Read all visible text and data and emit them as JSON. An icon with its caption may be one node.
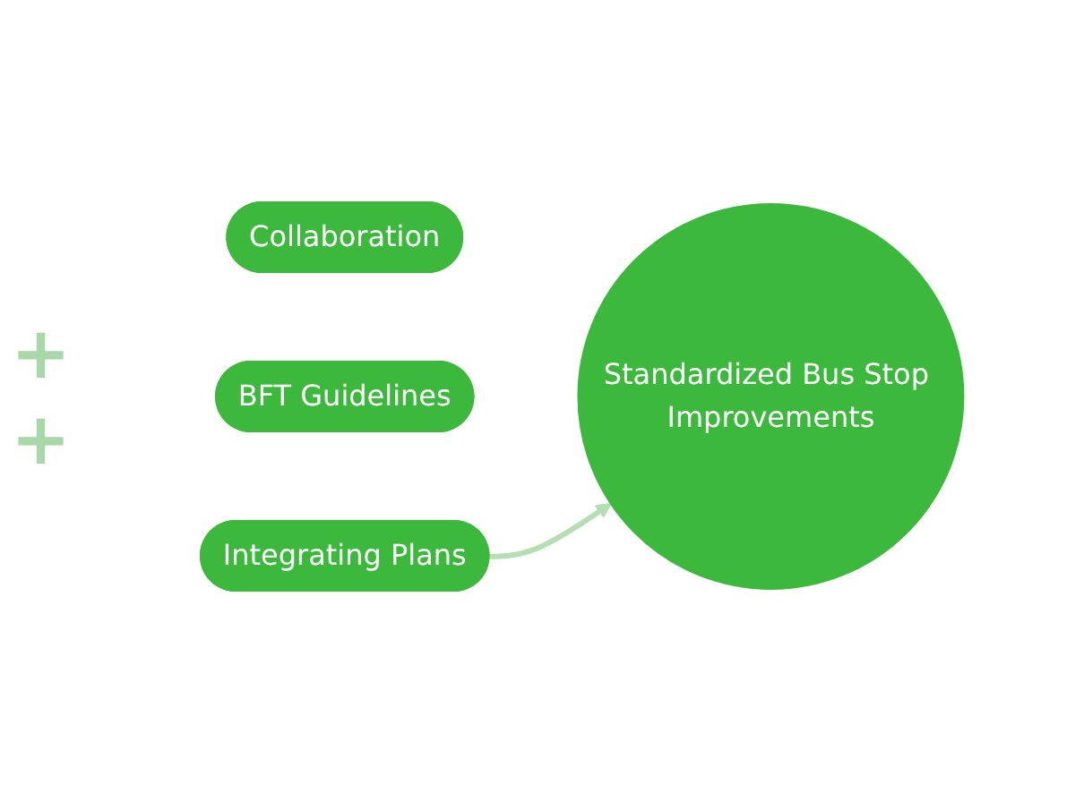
{
  "diagram": {
    "nodes": [
      {
        "text": [
          "Collaboration"
        ]
      },
      {
        "text": [
          "Integrating Plans"
        ]
      },
      {
        "text": [
          "BFT Guidelines"
        ]
      },
      {
        "text": [
          "Standardized Bus Stop Improvements"
        ]
      }
    ],
    "edges": [
      {
        "from": 1,
        "to": 3,
        "arrow": "to",
        "color": "#b5deb3"
      }
    ],
    "labels": [
      "+",
      "+"
    ]
  }
}
